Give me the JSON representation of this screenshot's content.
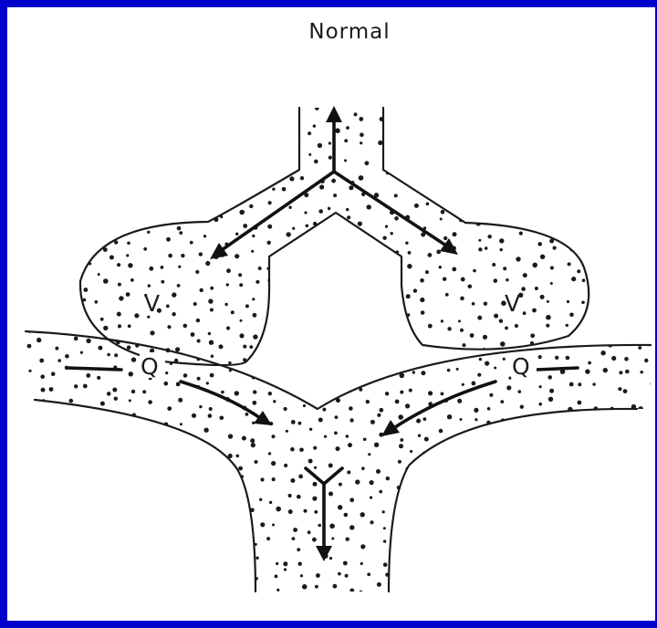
{
  "title": "Normal",
  "labels": {
    "ventilation_left": "V",
    "ventilation_right": "V",
    "perfusion_left": "Q",
    "perfusion_right": "Q"
  },
  "colors": {
    "border": "#0000cc",
    "background": "#ffffff",
    "ink": "#1a1a1a"
  }
}
